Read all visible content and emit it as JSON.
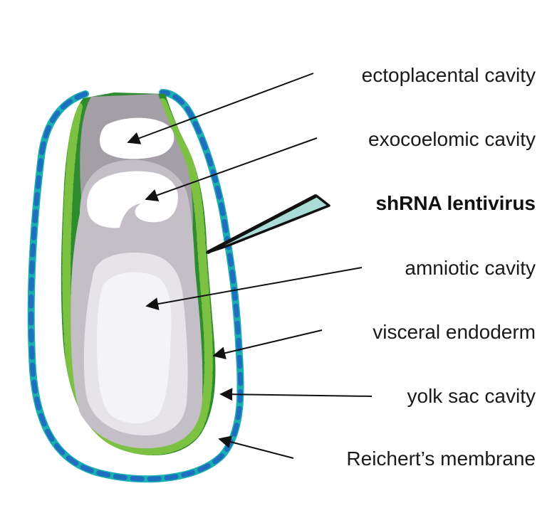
{
  "diagram": {
    "labels": [
      {
        "id": "ectoplacental",
        "text": "ectoplacental cavity",
        "bold": false
      },
      {
        "id": "exocoelomic",
        "text": "exocoelomic cavity",
        "bold": false
      },
      {
        "id": "lentivirus",
        "text": "shRNA lentivirus",
        "bold": true
      },
      {
        "id": "amniotic",
        "text": "amniotic cavity",
        "bold": false
      },
      {
        "id": "visceral",
        "text": "visceral endoderm",
        "bold": false
      },
      {
        "id": "yolksac",
        "text": "yolk sac cavity",
        "bold": false
      },
      {
        "id": "reichert",
        "text": "Reichert’s membrane",
        "bold": false
      }
    ],
    "colors": {
      "reicherts_membrane": "#1ab0b0",
      "reicherts_cells": "#1f6fc0",
      "visceral_endoderm": "#2e8b2e",
      "visceral_cells": "#7cc142",
      "ectoplacental": "#a49ea6",
      "amnion": "#c4bfc6",
      "amniotic_cavity": "#e6e4e8",
      "needle": "#a9dcd6"
    }
  }
}
